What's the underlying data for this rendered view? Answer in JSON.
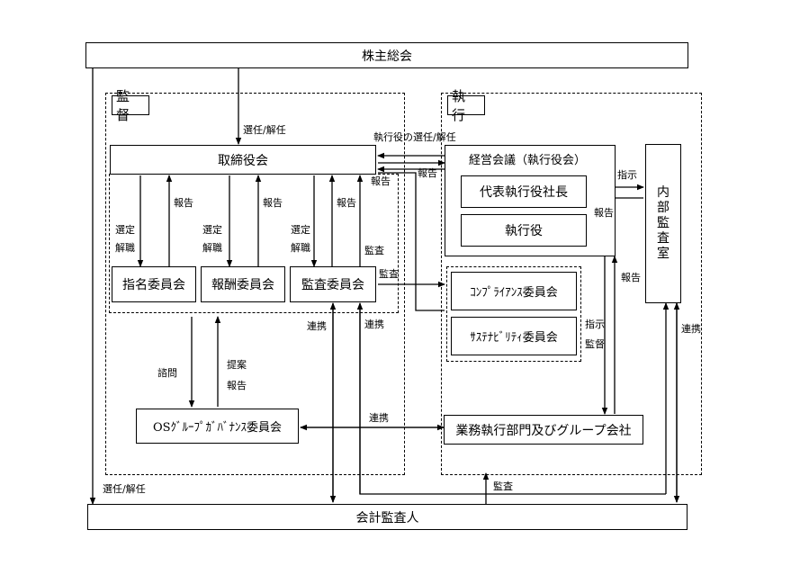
{
  "nodes": {
    "shareholders": "株主総会",
    "supervision": "監督",
    "execution": "執行",
    "board": "取締役会",
    "management_meeting": "経営会議（執行役会）",
    "ceo": "代表執行役社長",
    "executive_officers": "執行役",
    "internal_audit": "内部監査室",
    "nomination_committee": "指名委員会",
    "compensation_committee": "報酬委員会",
    "audit_committee": "監査委員会",
    "compliance_committee": "ｺﾝﾌﾟﾗｲｱﾝｽ委員会",
    "sustainability_committee": "ｻｽﾃﾅﾋﾞﾘﾃｨ委員会",
    "governance_committee": "OSｸﾞﾙｰﾌﾟｶﾞﾊﾞﾅﾝｽ委員会",
    "business_units": "業務執行部門及びグループ会社",
    "accounting_auditor": "会計監査人"
  },
  "labels": {
    "appoint_dismiss": "選任/解任",
    "exec_appoint_dismiss": "執行役の選任/解任",
    "report": "報告",
    "select": "選定",
    "dismiss": "解職",
    "audit": "監査",
    "instruct": "指示",
    "supervise": "監督",
    "consult": "諮問",
    "propose": "提案",
    "cooperate": "連携"
  }
}
